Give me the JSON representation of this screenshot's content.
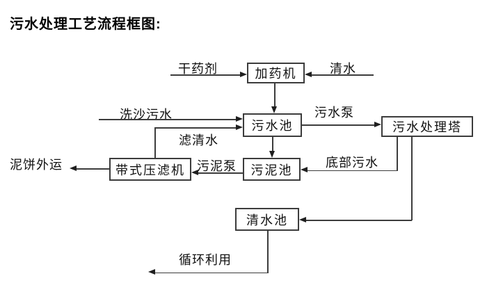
{
  "title": "污水处理工艺流程框图:",
  "colors": {
    "line": "#3c3c3c",
    "box_border": "#3c3c3c",
    "text": "#111111",
    "background": "#ffffff"
  },
  "nodes": {
    "dosing_machine": {
      "label": "加药机"
    },
    "sewage_pool": {
      "label": "污水池"
    },
    "sewage_treatment_tower": {
      "label": "污水处理塔"
    },
    "sludge_pool": {
      "label": "污泥池"
    },
    "belt_filter_press": {
      "label": "带式压滤机"
    },
    "clear_water_pool": {
      "label": "清水池"
    }
  },
  "flows": {
    "dry_agent": {
      "label": "干药剂"
    },
    "clear_water_in": {
      "label": "清水"
    },
    "sand_washing_sewage": {
      "label": "洗沙污水"
    },
    "filtered_clear_water": {
      "label": "滤清水"
    },
    "sewage_pump": {
      "label": "污水泵"
    },
    "bottom_sewage": {
      "label": "底部污水"
    },
    "sludge_pump": {
      "label": "污泥泵"
    },
    "mud_cake_outbound": {
      "label": "泥饼外运"
    },
    "recycled_use": {
      "label": "循环利用"
    }
  }
}
